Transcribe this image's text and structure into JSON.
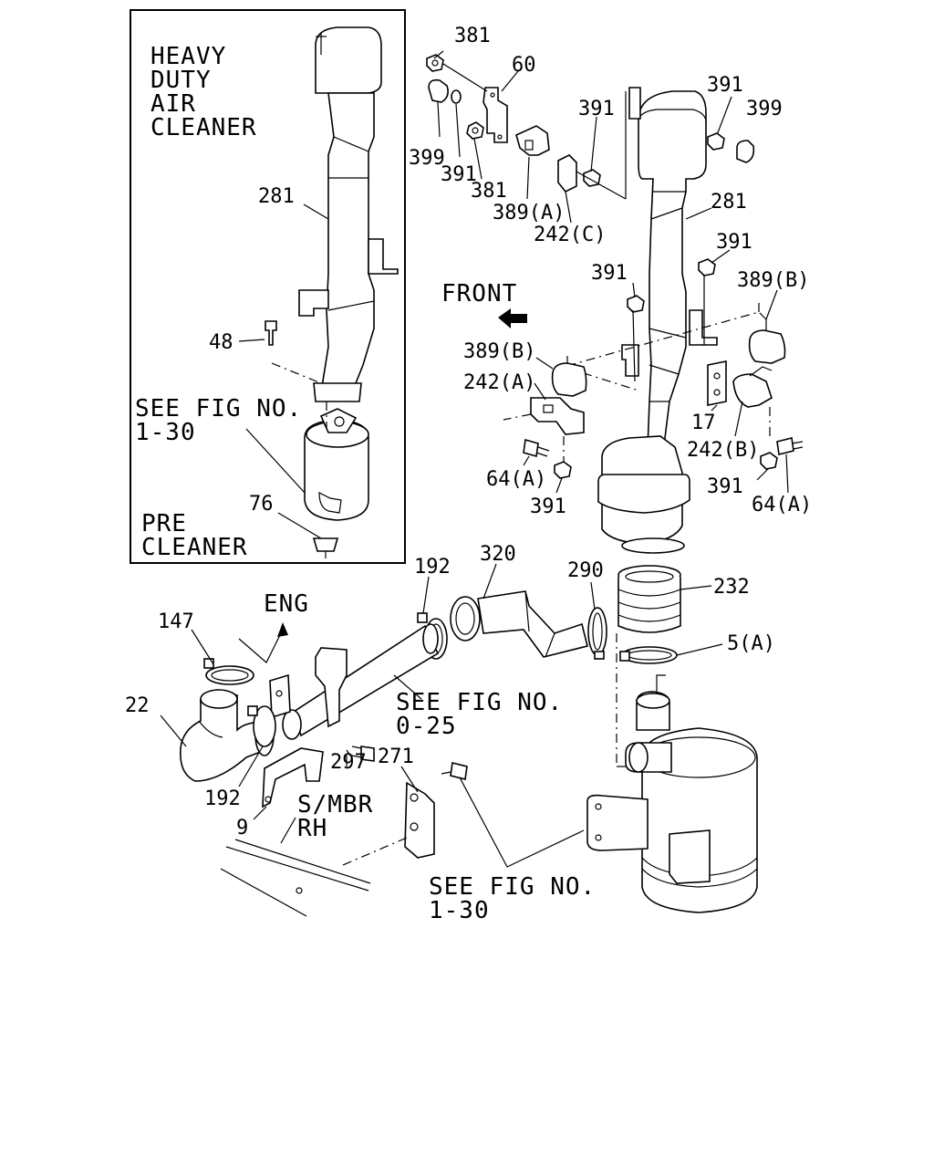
{
  "inset": {
    "title_lines": [
      "HEAVY",
      "DUTY",
      "AIR",
      "CLEANER"
    ],
    "see_fig_line1": "SEE FIG NO.",
    "see_fig_line2": "1-30",
    "pre_cleaner_line1": "PRE",
    "pre_cleaner_line2": "CLEANER"
  },
  "direction_labels": {
    "front": "FRONT",
    "eng": "ENG",
    "s_mbr_line1": "S/MBR",
    "s_mbr_line2": "RH"
  },
  "references": {
    "fig_0_25_line1": "SEE FIG NO.",
    "fig_0_25_line2": "0-25",
    "fig_1_30_line1": "SEE FIG NO.",
    "fig_1_30_line2": "1-30"
  },
  "callouts": {
    "c381a": "381",
    "c60": "60",
    "c391a": "391",
    "c399a": "399",
    "c391b": "391",
    "c399b": "399",
    "c391c": "391",
    "c381b": "381",
    "c389a": "389(A)",
    "c242c": "242(C)",
    "c281a": "281",
    "c281b": "281",
    "c391d": "391",
    "c391e": "391",
    "c389b1": "389(B)",
    "c389b2": "389(B)",
    "c242a": "242(A)",
    "c17": "17",
    "c242b": "242(B)",
    "c64a1": "64(A)",
    "c391f": "391",
    "c391g": "391",
    "c64a2": "64(A)",
    "c48": "48",
    "c76": "76",
    "c192a": "192",
    "c320": "320",
    "c290": "290",
    "c232": "232",
    "c5a": "5(A)",
    "c147": "147",
    "c22": "22",
    "c192b": "192",
    "c297": "297",
    "c271": "271",
    "c9": "9"
  }
}
